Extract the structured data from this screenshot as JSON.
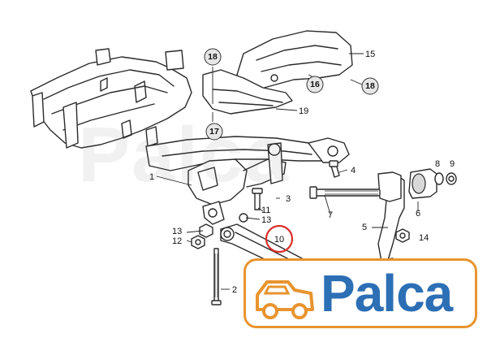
{
  "callouts": {
    "c1": "1",
    "c2": "2",
    "c3": "3",
    "c4": "4",
    "c5": "5",
    "c6": "6",
    "c7": "7",
    "c8": "8",
    "c9": "9",
    "c10": "10",
    "c11": "11",
    "c12": "12",
    "c13a": "13",
    "c13b": "13",
    "c14": "14",
    "c15": "15",
    "c16": "16",
    "c17": "17",
    "c18a": "18",
    "c18b": "18",
    "c19": "19"
  },
  "watermark": {
    "text": "Palca"
  },
  "logo": {
    "text": "Palca"
  },
  "colors": {
    "logo_text": "#2c6fb5",
    "logo_border": "#e8942f",
    "highlight_ring": "#d9302a"
  }
}
